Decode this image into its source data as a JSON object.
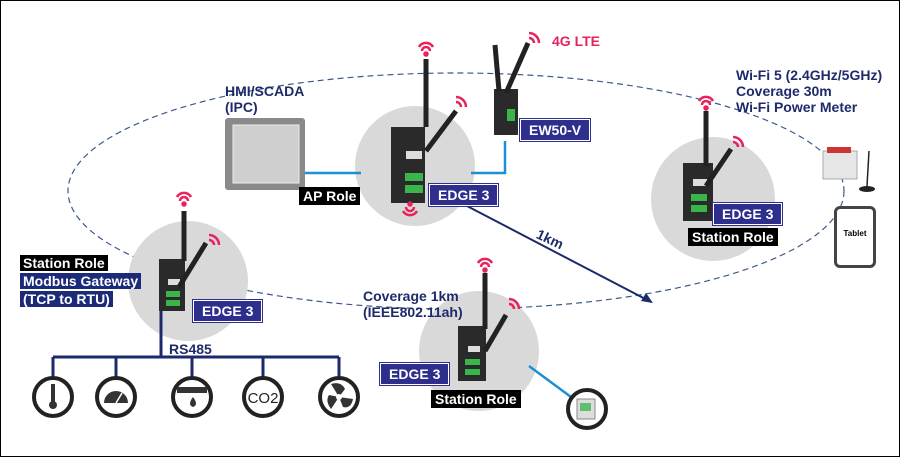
{
  "colors": {
    "navy": "#1f2a6b",
    "accent_pink": "#e8225a",
    "edge_label_bg": "#2e2e8c",
    "link_blue": "#1e8fd4",
    "coverage_gray": "#d9d9d9"
  },
  "labels": {
    "hmi": [
      "HMI/SCADA",
      "(IPC)"
    ],
    "ap_role": "AP Role",
    "lte": "4G LTE",
    "ew50": "EW50-V",
    "wifi5": [
      "Wi-Fi 5 (2.4GHz/5GHz)",
      "Coverage 30m",
      "Wi-Fi Power Meter"
    ],
    "edge": "EDGE 3",
    "station_role": "Station Role",
    "modbus": [
      "Modbus Gateway",
      "(TCP to RTU)"
    ],
    "rs485": "RS485",
    "distance": "1km",
    "coverage_1km": [
      "Coverage 1km",
      "(IEEE802.11ah)"
    ],
    "tablet": "Tablet"
  },
  "sensors": [
    "thermometer",
    "gauge",
    "water-leak",
    "co2",
    "fan"
  ],
  "co2_text": "CO2"
}
